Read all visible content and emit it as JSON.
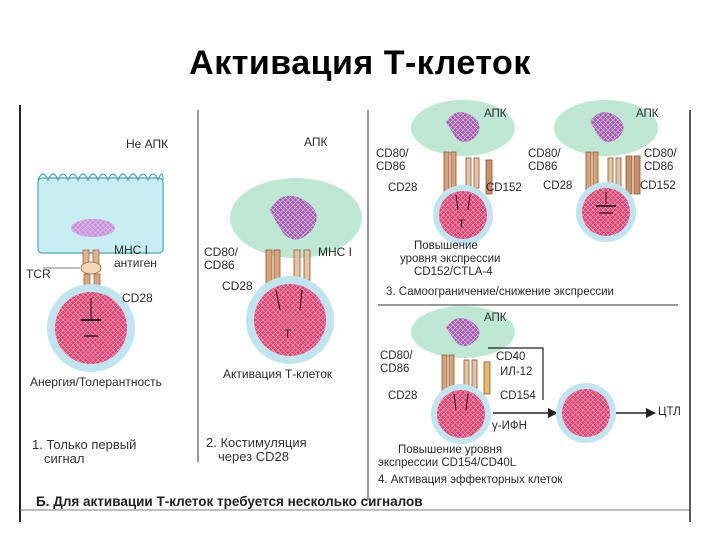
{
  "title": "Активация Т-клеток",
  "panel1": {
    "non_apc": "Не АПК",
    "mhc_antigen_line1": "МНС I",
    "mhc_antigen_line2": "антиген",
    "tcr": "TCR",
    "cd28": "CD28",
    "t_cell_state": "Анергия/Толерантность",
    "caption_line1": "1. Только первый",
    "caption_line2": "сигнал"
  },
  "panel2": {
    "apc": "АПК",
    "cd80_86_line1": "CD80/",
    "cd80_86_line2": "CD86",
    "mhc": "МНС I",
    "cd28": "CD28",
    "t_label": "Т",
    "result": "Активация Т-клеток",
    "caption_line1": "2. Костимуляция",
    "caption_line2": "через CD28"
  },
  "panel3": {
    "apc_left": "АПК",
    "apc_right": "АПК",
    "cd80_86_line1": "CD80/",
    "cd80_86_line2": "CD86",
    "cd80_86_right_line1": "CD80/",
    "cd80_86_right_line2": "CD86",
    "cd28_left": "CD28",
    "cd152_left": "CD152",
    "cd28_right": "CD28",
    "cd152_right": "CD152",
    "t_label": "Т",
    "note_line1": "Повышение",
    "note_line2": "уровня экспрессии",
    "note_line3": "CD152/CTLA-4",
    "caption": "3. Самоограничение/снижение экспрессии"
  },
  "panel4": {
    "apc": "АПК",
    "cd80_86_line1": "CD80/",
    "cd80_86_line2": "CD86",
    "cd40": "CD40",
    "il12": "ИЛ-12",
    "cd28": "CD28",
    "cd154": "CD154",
    "ifn": "γ-ИФН",
    "ctl": "ЦТЛ",
    "note_line1": "Повышение уровня",
    "note_line2": "экспрессии CD154/CD40L",
    "caption": "4. Активация эффекторных клеток"
  },
  "footer": "Б. Для активации Т-клеток требуется несколько сигналов",
  "colors": {
    "t_cell_fill": "#e63d6e",
    "t_cell_halo": "#bfe6f0",
    "apc_fill": "#bfe8d4",
    "apc_nucleus": "#b060b0",
    "receptor": "#d9a27a",
    "frame_line": "#222222"
  }
}
